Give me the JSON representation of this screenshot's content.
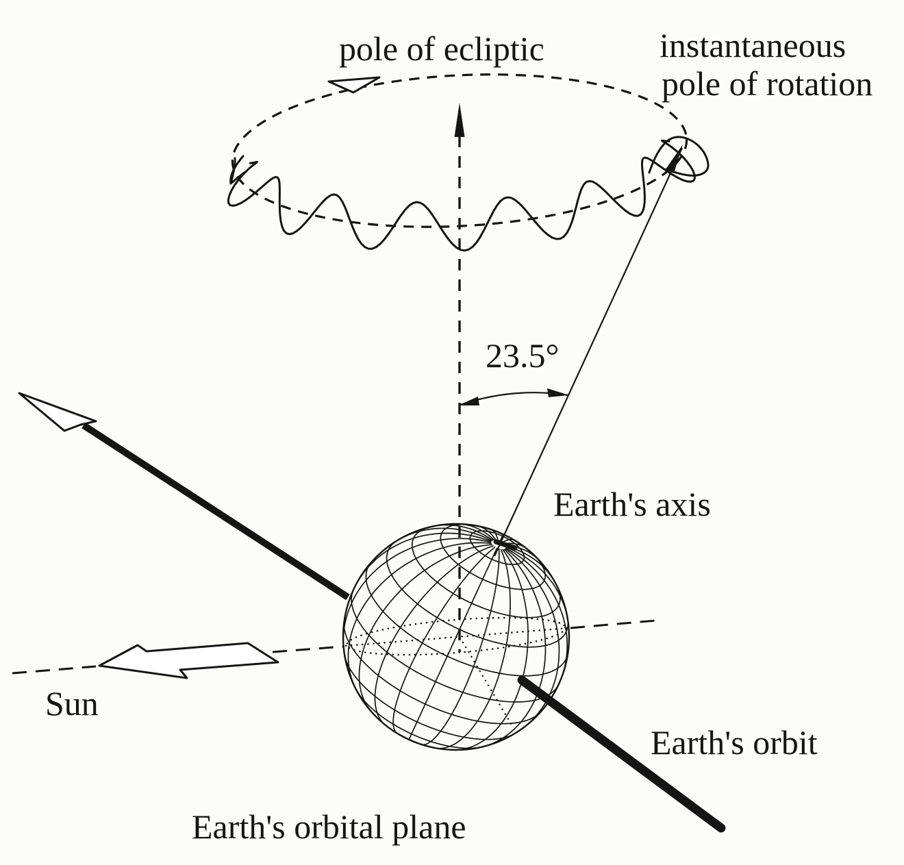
{
  "figure": {
    "background": "#fcfcfa",
    "ink": "#151515",
    "labels": {
      "pole_of_ecliptic": "pole of ecliptic",
      "instantaneous_line1": "instantaneous",
      "instantaneous_line2": "pole of rotation",
      "tilt_angle": "23.5°",
      "earths_axis": "Earth's axis",
      "sun": "Sun",
      "earths_orbit": "Earth's orbit",
      "earths_orbital_plane": "Earth's orbital plane"
    }
  }
}
